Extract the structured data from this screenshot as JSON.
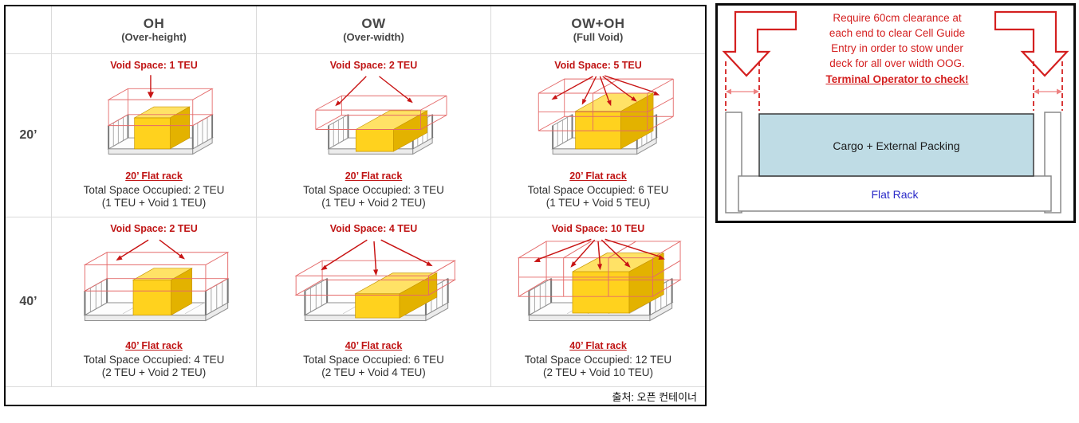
{
  "page": {
    "source_note": "출처: 오픈 컨테이너"
  },
  "table": {
    "columns": [
      {
        "code": "OH",
        "subtitle": "(Over-height)"
      },
      {
        "code": "OW",
        "subtitle": "(Over-width)"
      },
      {
        "code": "OW+OH",
        "subtitle": "(Full Void)"
      }
    ],
    "rows": [
      {
        "label": "20’",
        "cells": [
          {
            "void_space": "Void Space: 1 TEU",
            "rack": "20’ Flat rack",
            "occupied": "Total Space Occupied: 2 TEU",
            "breakdown": "(1 TEU + Void 1 TEU)"
          },
          {
            "void_space": "Void Space: 2 TEU",
            "rack": "20’ Flat rack",
            "occupied": "Total Space Occupied: 3 TEU",
            "breakdown": "(1 TEU + Void 2 TEU)"
          },
          {
            "void_space": "Void Space: 5 TEU",
            "rack": "20’ Flat rack",
            "occupied": "Total Space Occupied: 6 TEU",
            "breakdown": "(1 TEU + Void 5 TEU)"
          }
        ]
      },
      {
        "label": "40’",
        "cells": [
          {
            "void_space": "Void Space: 2 TEU",
            "rack": "40’ Flat rack",
            "occupied": "Total Space Occupied: 4 TEU",
            "breakdown": "(2 TEU + Void 2 TEU)"
          },
          {
            "void_space": "Void Space: 4 TEU",
            "rack": "40’ Flat rack",
            "occupied": "Total Space Occupied: 6 TEU",
            "breakdown": "(2 TEU + Void 4 TEU)"
          },
          {
            "void_space": "Void Space: 10 TEU",
            "rack": "40’ Flat rack",
            "occupied": "Total Space Occupied: 12 TEU",
            "breakdown": "(2 TEU + Void 10 TEU)"
          }
        ]
      }
    ]
  },
  "clearance_panel": {
    "note_lines": [
      "Require  60cm  clearance  at",
      "each end to clear Cell Guide",
      "Entry in order to stow under",
      "deck for all over width OOG."
    ],
    "note_emphasis": "Terminal Operator to check!",
    "cargo_label": "Cargo + External Packing",
    "rack_label": "Flat Rack"
  },
  "colors": {
    "red_text": "#C01515",
    "red_arrow": "#C81414",
    "void_red": "#E46A6A",
    "panel_red": "#D42020",
    "cargo_yellow": "#FFD21E",
    "cargo_blue": "#BFDCE5",
    "blue_text": "#2B2BC8",
    "header_gray": "#474747",
    "grid_line": "#DADADA"
  }
}
